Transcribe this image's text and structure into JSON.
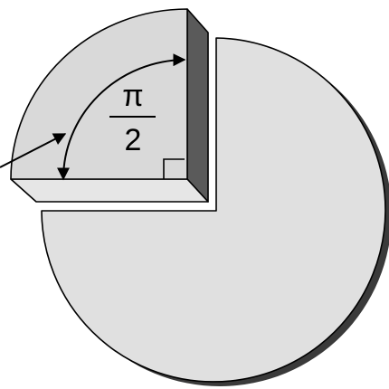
{
  "diagram": {
    "angle_label_numerator": "π",
    "angle_label_denominator": "2",
    "colors": {
      "disc_face": "#e0e0e0",
      "slice_face": "#d9d9d9",
      "disc_edge": "#3a3a3a",
      "slice_bottom_edge": "#e6e6e6",
      "slice_side_edge": "#5a5a5a",
      "outline": "#000000",
      "background": "#ffffff"
    },
    "elements": [
      "large-disc-sector",
      "quarter-slice",
      "angle-arc",
      "right-angle-marker",
      "pointer-arrow"
    ]
  }
}
